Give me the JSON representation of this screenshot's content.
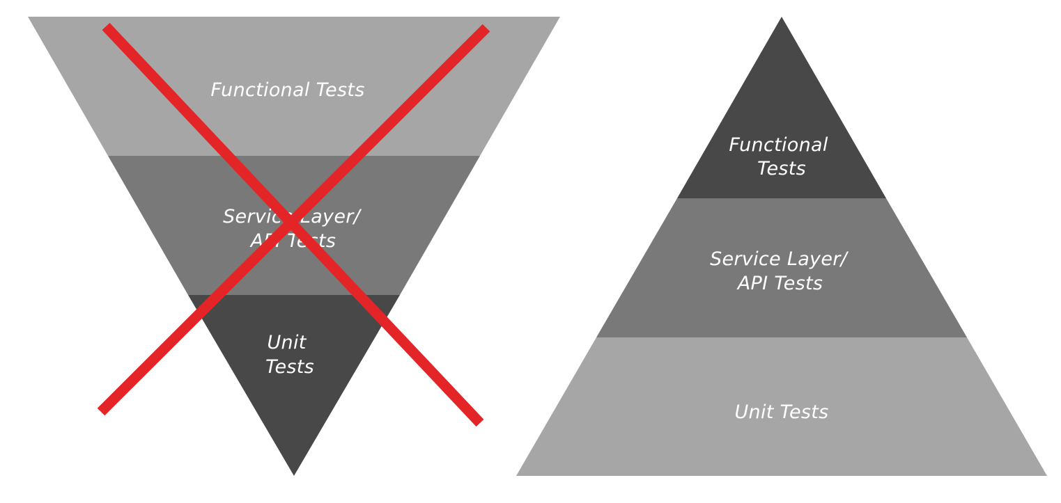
{
  "colors": {
    "light_gray": "#a7a6a6",
    "mid_gray": "#7a7979",
    "dark_gray": "#484848",
    "strike_red": "#e42527",
    "label_text": "#ffffff"
  },
  "inverted_pyramid": {
    "crossed_out": true,
    "layers": [
      {
        "lines": [
          "Functional Tests"
        ]
      },
      {
        "lines": [
          "Service Layer/",
          "API Tests"
        ]
      },
      {
        "lines": [
          "Unit",
          "Tests"
        ]
      }
    ]
  },
  "pyramid": {
    "layers": [
      {
        "lines": [
          "Functional",
          "Tests"
        ]
      },
      {
        "lines": [
          "Service Layer/",
          "API Tests"
        ]
      },
      {
        "lines": [
          "Unit Tests"
        ]
      }
    ]
  }
}
